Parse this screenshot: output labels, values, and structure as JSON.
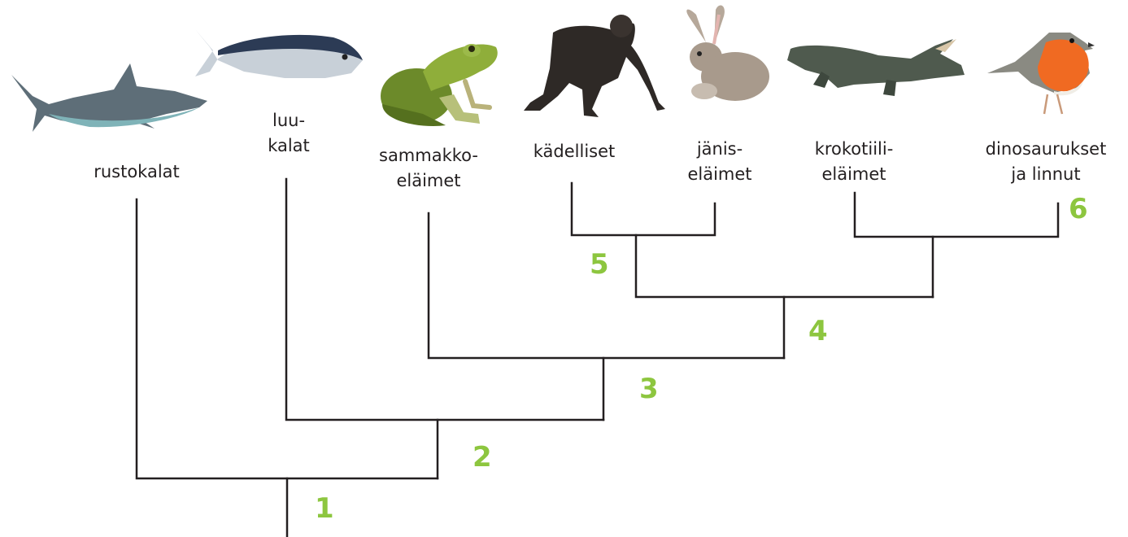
{
  "taxa": [
    {
      "id": "rustokalat",
      "lines": [
        "rustokalat"
      ],
      "icon": "shark-icon"
    },
    {
      "id": "luukalat",
      "lines": [
        "luu-",
        "kalat"
      ],
      "icon": "tuna-fish-icon"
    },
    {
      "id": "sammakkoelaimet",
      "lines": [
        "sammakko-",
        "eläimet"
      ],
      "icon": "frog-icon"
    },
    {
      "id": "kadelliset",
      "lines": [
        "kädelliset"
      ],
      "icon": "chimpanzee-icon"
    },
    {
      "id": "janiselaimet",
      "lines": [
        "jänis-",
        "eläimet"
      ],
      "icon": "rabbit-icon"
    },
    {
      "id": "krokotiilielaimet",
      "lines": [
        "krokotiili-",
        "eläimet"
      ],
      "icon": "crocodile-icon"
    },
    {
      "id": "dinosaurukset",
      "lines": [
        "dinosaurukset",
        "ja linnut"
      ],
      "icon": "robin-bird-icon"
    }
  ],
  "nodes": [
    "1",
    "2",
    "3",
    "4",
    "5",
    "6"
  ],
  "colors": {
    "line": "#231f20",
    "node_number": "#8dc63f",
    "text": "#231f20"
  }
}
